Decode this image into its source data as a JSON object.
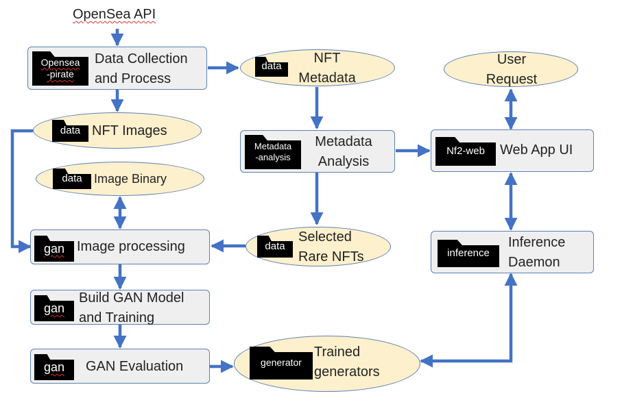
{
  "source": {
    "label": "OpenSea API"
  },
  "nodes": {
    "data_collection": {
      "folder": "Opensea\n-pirate",
      "label": "Data Collection\nand Process"
    },
    "nft_metadata": {
      "folder": "data",
      "label": "NFT\nMetadata"
    },
    "user_request": {
      "label": "User\nRequest"
    },
    "nft_images": {
      "folder": "data",
      "label": "NFT Images"
    },
    "metadata_analysis": {
      "folder": "Metadata\n-analysis",
      "label": "Metadata\nAnalysis"
    },
    "web_app_ui": {
      "folder": "Nf2-web",
      "label": "Web App UI"
    },
    "image_binary": {
      "folder": "data",
      "label": "Image Binary"
    },
    "image_processing": {
      "folder": "gan",
      "label": "Image processing"
    },
    "selected_rare_nfts": {
      "folder": "data",
      "label": "Selected\nRare NFTs"
    },
    "inference_daemon": {
      "folder": "inference",
      "label": "Inference\nDaemon"
    },
    "build_gan": {
      "folder": "gan",
      "label": "Build GAN Model\nand Training"
    },
    "gan_evaluation": {
      "folder": "gan",
      "label": "GAN Evaluation"
    },
    "trained_generators": {
      "folder": "generator",
      "label": "Trained\ngenerators"
    }
  },
  "colors": {
    "arrow": "#4472c4",
    "box_fill": "#efefef",
    "oval_fill": "#fdf0cc",
    "border": "#5b7fb5",
    "folder": "#000000"
  }
}
